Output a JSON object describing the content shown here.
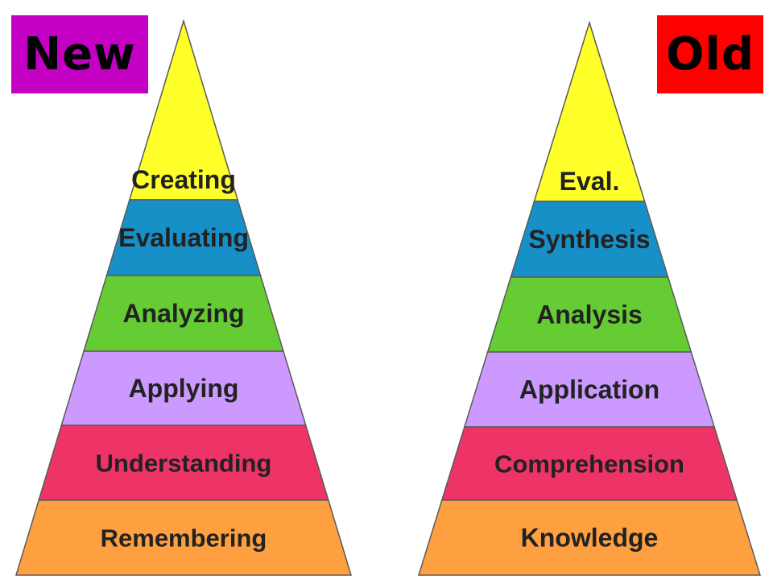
{
  "new_label": "New",
  "old_label": "Old",
  "colors": {
    "new_tag": "#c400c4",
    "old_tag": "#ff0000",
    "outline": "#5a5a5a",
    "text": "#222222"
  },
  "pyramids": {
    "new": {
      "layers": [
        {
          "label": "Creating",
          "color": "#ffff2a"
        },
        {
          "label": "Evaluating",
          "color": "#1790c8"
        },
        {
          "label": "Analyzing",
          "color": "#66cc33"
        },
        {
          "label": "Applying",
          "color": "#cc99ff"
        },
        {
          "label": "Understanding",
          "color": "#ee3366"
        },
        {
          "label": "Remembering",
          "color": "#ffa040"
        }
      ]
    },
    "old": {
      "layers": [
        {
          "label": "Eval.",
          "color": "#ffff2a"
        },
        {
          "label": "Synthesis",
          "color": "#1790c8"
        },
        {
          "label": "Analysis",
          "color": "#66cc33"
        },
        {
          "label": "Application",
          "color": "#cc99ff"
        },
        {
          "label": "Comprehension",
          "color": "#ee3366"
        },
        {
          "label": "Knowledge",
          "color": "#ffa040"
        }
      ]
    }
  }
}
